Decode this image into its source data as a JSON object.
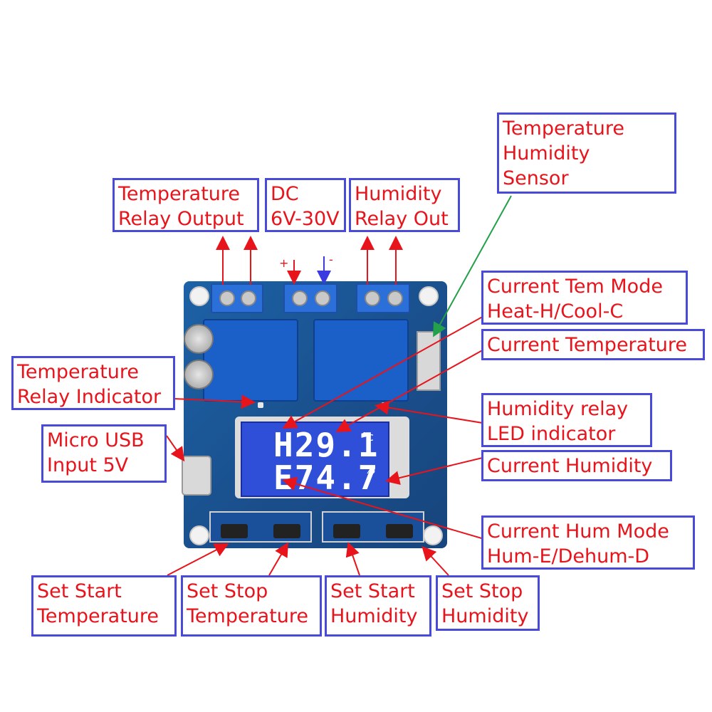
{
  "labels": {
    "temp_relay_output": [
      "Temperature",
      "Relay Output"
    ],
    "dc_input": [
      "DC",
      "6V-30V"
    ],
    "humidity_relay_out": [
      "Humidity",
      "Relay Out"
    ],
    "temp_humidity_sensor": [
      "Temperature",
      "Humidity",
      "Sensor"
    ],
    "current_tem_mode": [
      "Current Tem Mode",
      "Heat-H/Cool-C"
    ],
    "current_temperature": [
      "Current Temperature"
    ],
    "humidity_relay_led": [
      "Humidity relay",
      "LED indicator"
    ],
    "current_humidity": [
      "Current Humidity"
    ],
    "current_hum_mode": [
      "Current Hum Mode",
      "Hum-E/Dehum-D"
    ],
    "temp_relay_indicator": [
      "Temperature",
      "Relay Indicator"
    ],
    "micro_usb": [
      "Micro USB",
      "Input 5V"
    ],
    "set_start_temperature": [
      "Set Start",
      "Temperature"
    ],
    "set_stop_temperature": [
      "Set Stop",
      "Temperature"
    ],
    "set_start_humidity": [
      "Set Start",
      "Humidity"
    ],
    "set_stop_humidity": [
      "Set Stop",
      "Humidity"
    ]
  },
  "polarity": {
    "plus": "+",
    "minus": "-"
  },
  "lcd": {
    "line1": "H29.1",
    "line1_unit": "°c",
    "line2": "E74.7",
    "line2_unit": "%"
  },
  "colors": {
    "label_text": "#e8141c",
    "label_border": "#4a4ad8",
    "arrow_red": "#e8141c",
    "arrow_blue": "#3a3ae0",
    "arrow_green": "#22a04a",
    "pcb": "#1a4f8c",
    "lcd": "#2f4fd9"
  }
}
